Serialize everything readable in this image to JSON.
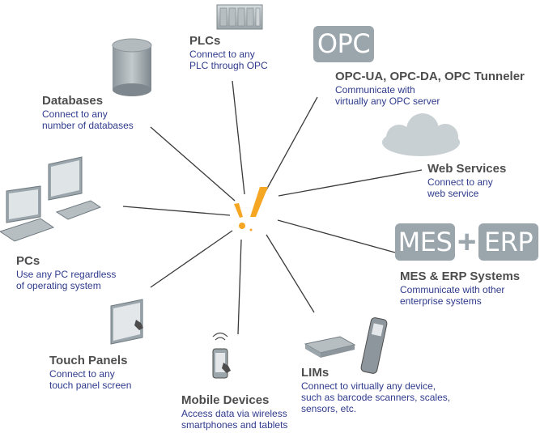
{
  "nodes": {
    "plcs": {
      "title": "PLCs",
      "desc": [
        "Connect to any",
        "PLC through OPC"
      ]
    },
    "opc": {
      "title": "OPC-UA, OPC-DA, OPC Tunneler",
      "desc": [
        "Communicate with",
        "virtually any OPC server"
      ],
      "badge": "OPC"
    },
    "databases": {
      "title": "Databases",
      "desc": [
        "Connect to any",
        "number of databases"
      ]
    },
    "web_services": {
      "title": "Web Services",
      "desc": [
        "Connect to any",
        "web service"
      ]
    },
    "pcs": {
      "title": "PCs",
      "desc": [
        "Use any PC regardless",
        "of operating system"
      ]
    },
    "mes_erp": {
      "title": "MES & ERP Systems",
      "desc": [
        "Communicate with other",
        "enterprise systems"
      ],
      "badge_left": "MES",
      "badge_plus": "+",
      "badge_right": "ERP"
    },
    "touch_panels": {
      "title": "Touch Panels",
      "desc": [
        "Connect to any",
        "touch panel screen"
      ]
    },
    "mobile": {
      "title": "Mobile Devices",
      "desc": [
        "Access data via wireless",
        "smartphones and tablets"
      ]
    },
    "lims": {
      "title": "LIMs",
      "desc": [
        "Connect to virtually any device,",
        "such as barcode scanners, scales,",
        "sensors, etc."
      ]
    }
  },
  "colors": {
    "title": "#4d4d4d",
    "desc": "#2e3a8c",
    "accent": "#f5a623",
    "icon_gray": "#9aa5ac",
    "line": "#3a3a3a"
  }
}
